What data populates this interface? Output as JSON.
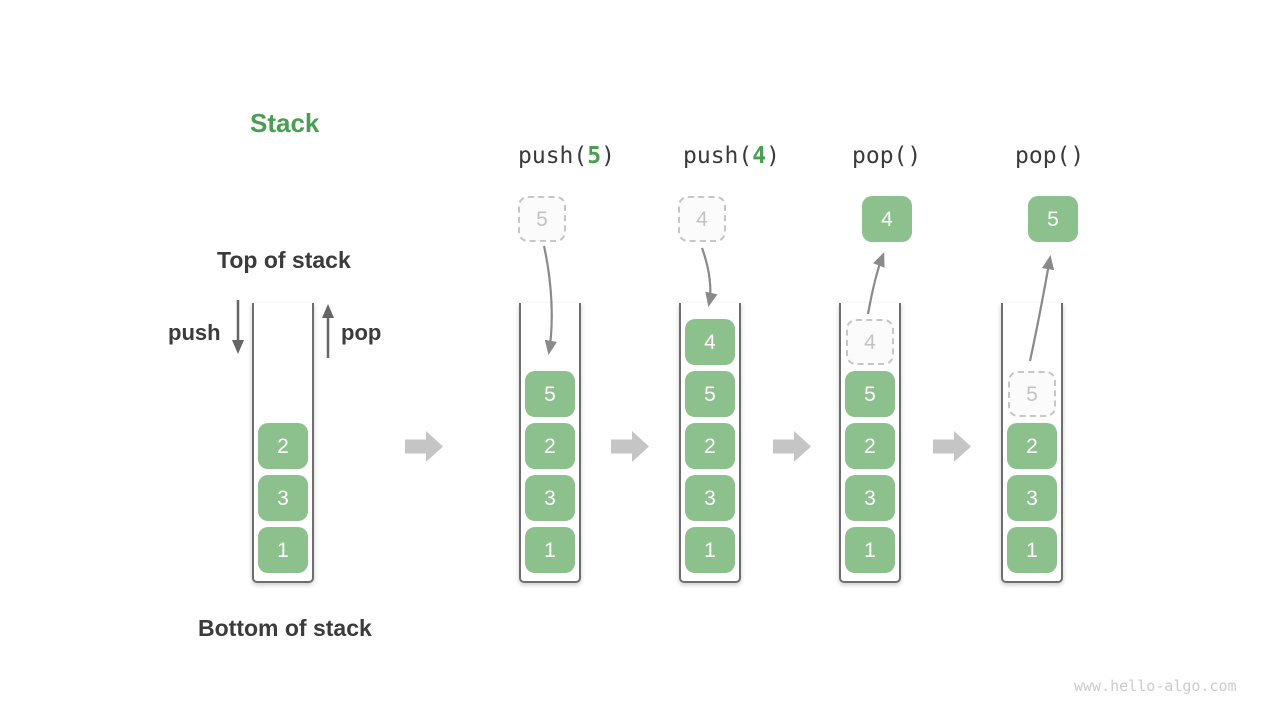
{
  "title": "Stack",
  "labels": {
    "top_of_stack": "Top of stack",
    "bottom_of_stack": "Bottom of stack",
    "push": "push",
    "pop": "pop"
  },
  "watermark": "www.hello-algo.com",
  "colors": {
    "block_green": "#8cc08c",
    "accent_green": "#4a9e52",
    "text_dark": "#3b3b3b",
    "flow_arrow_gray": "#8a8a8a",
    "container_gray": "#6e6e6e",
    "step_arrow_gray": "#c5c5c5",
    "ghost_border_gray": "#c6c6c6",
    "ghost_text_gray": "#c3c3c3",
    "watermark_gray": "#cccccc"
  },
  "stages": [
    {
      "id": "initial",
      "op": null,
      "top_box": null,
      "cells": [
        {
          "value": "2",
          "variant": "solid"
        },
        {
          "value": "3",
          "variant": "solid"
        },
        {
          "value": "1",
          "variant": "solid"
        }
      ]
    },
    {
      "id": "push-5",
      "op": {
        "prefix": "push(",
        "value": "5",
        "suffix": ")"
      },
      "top_box": {
        "value": "5",
        "variant": "dashed"
      },
      "cells": [
        {
          "value": "5",
          "variant": "solid"
        },
        {
          "value": "2",
          "variant": "solid"
        },
        {
          "value": "3",
          "variant": "solid"
        },
        {
          "value": "1",
          "variant": "solid"
        }
      ]
    },
    {
      "id": "push-4",
      "op": {
        "prefix": "push(",
        "value": "4",
        "suffix": ")"
      },
      "top_box": {
        "value": "4",
        "variant": "dashed"
      },
      "cells": [
        {
          "value": "4",
          "variant": "solid"
        },
        {
          "value": "5",
          "variant": "solid"
        },
        {
          "value": "2",
          "variant": "solid"
        },
        {
          "value": "3",
          "variant": "solid"
        },
        {
          "value": "1",
          "variant": "solid"
        }
      ]
    },
    {
      "id": "pop-first",
      "op": {
        "prefix": "pop()",
        "value": "",
        "suffix": ""
      },
      "top_box": {
        "value": "4",
        "variant": "solid"
      },
      "cells": [
        {
          "value": "4",
          "variant": "dashed"
        },
        {
          "value": "5",
          "variant": "solid"
        },
        {
          "value": "2",
          "variant": "solid"
        },
        {
          "value": "3",
          "variant": "solid"
        },
        {
          "value": "1",
          "variant": "solid"
        }
      ]
    },
    {
      "id": "pop-second",
      "op": {
        "prefix": "pop()",
        "value": "",
        "suffix": ""
      },
      "top_box": {
        "value": "5",
        "variant": "solid"
      },
      "cells": [
        {
          "value": "5",
          "variant": "dashed"
        },
        {
          "value": "2",
          "variant": "solid"
        },
        {
          "value": "3",
          "variant": "solid"
        },
        {
          "value": "1",
          "variant": "solid"
        }
      ]
    }
  ]
}
